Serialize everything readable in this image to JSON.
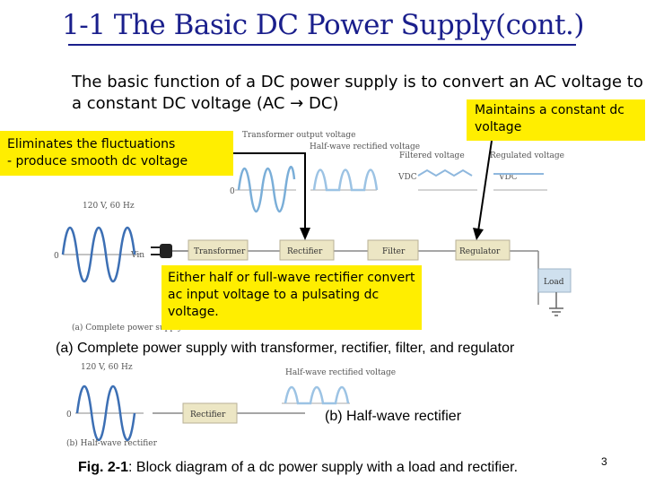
{
  "title": "1-1 The Basic DC Power Supply(cont.)",
  "intro_text": "The basic function of a DC power supply is to convert an AC voltage to a constant DC voltage (AC → DC)",
  "callouts": {
    "regulator": "Maintains a constant dc voltage",
    "filter_line1": "Eliminates the fluctuations",
    "filter_line2": "- produce smooth dc voltage",
    "rectifier": "Either half or full-wave rectifier convert ac input voltage to a pulsating dc voltage."
  },
  "diagram_a": {
    "source_label": "120 V, 60 Hz",
    "vin": "Vin",
    "zero": "0",
    "signal_labels": [
      "Transformer output voltage",
      "Half-wave rectified voltage",
      "Filtered voltage",
      "Regulated voltage"
    ],
    "vdc": "VDC",
    "blocks": [
      "Transformer",
      "Rectifier",
      "Filter",
      "Regulator",
      "Load"
    ],
    "small_caption": "(a) Complete power supply",
    "caption": "(a) Complete power supply with transformer, rectifier, filter, and regulator"
  },
  "diagram_b": {
    "source_label": "120 V, 60 Hz",
    "zero": "0",
    "signal_label": "Half-wave rectified voltage",
    "block": "Rectifier",
    "small_caption": "(b) Half-wave rectifier",
    "caption": "(b) Half-wave rectifier"
  },
  "figure_caption": {
    "label": "Fig. 2-1",
    "text": ": Block diagram of a dc power supply with a load and rectifier."
  },
  "page_number": "3",
  "colors": {
    "title": "#1a1f8c",
    "callout": "#ffee00",
    "wave": "#3c6fb4",
    "block": "#ece6c4"
  }
}
